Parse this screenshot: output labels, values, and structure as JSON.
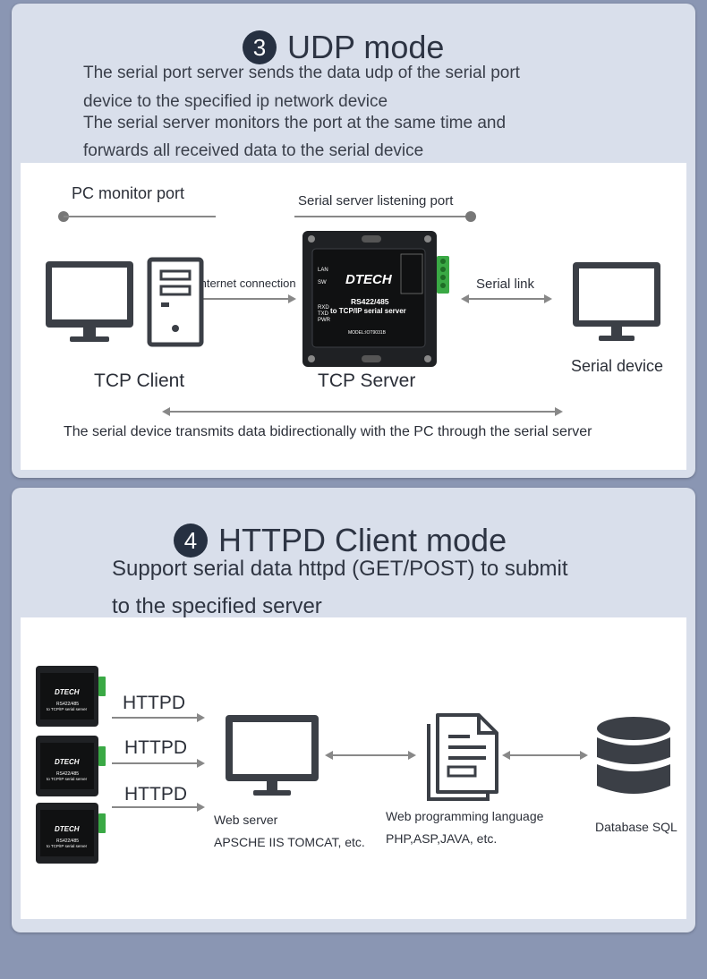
{
  "section3": {
    "number": "3",
    "title": "UDP mode",
    "desc_lines": [
      "The serial port server sends the data udp of the serial port",
      "device to the specified ip network device",
      "The serial server monitors the port at the same time and",
      "forwards all received data to the serial device"
    ],
    "pc_monitor_port": "PC monitor port",
    "server_listening_port": "Serial server listening port",
    "internet_connection": "Internet connection",
    "serial_link": "Serial link",
    "tcp_client": "TCP Client",
    "tcp_server": "TCP Server",
    "serial_device": "Serial device",
    "bidirectional_note": "The serial device transmits data bidirectionally with the PC through the serial server"
  },
  "device_labels": {
    "brand": "DTECH",
    "model_line1": "RS422/485",
    "model_line2": "to TCP/IP serial server",
    "lan": "LAN",
    "sw": "SW",
    "rxd": "RXD",
    "txd": "TXD",
    "pwr": "PWR",
    "model_no": "MODEL:IOT9031B"
  },
  "section4": {
    "number": "4",
    "title": "HTTPD Client mode",
    "desc_lines": [
      "Support serial data httpd (GET/POST) to submit",
      "to the specified server"
    ],
    "httpd_labels": [
      "HTTPD",
      "HTTPD",
      "HTTPD"
    ],
    "web_server": "Web server",
    "web_server_sub": "APSCHE IIS TOMCAT, etc.",
    "web_lang": "Web programming language",
    "web_lang_sub": "PHP,ASP,JAVA, etc.",
    "database": "Database SQL"
  },
  "colors": {
    "background": "#8a96b3",
    "panel": "#d9dfeb",
    "dark_icon": "#3b3f46",
    "device_body": "#1f2124",
    "terminal_green": "#3aa945",
    "number_badge": "#263041"
  }
}
